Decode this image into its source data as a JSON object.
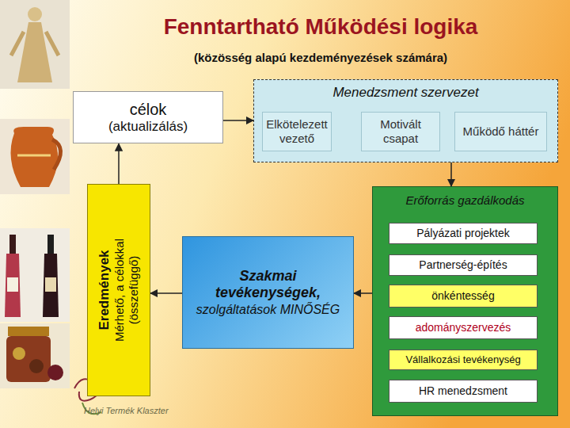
{
  "diagram": {
    "title": "Fenntartható Működési logika",
    "nodes": [
      {
        "text": [
          "célok",
          "(aktualizálás)"
        ]
      },
      {
        "text": [
          "Menedzsment szervezet"
        ]
      },
      {
        "text": [
          "Elkötelezett vezető"
        ],
        "in": 1
      },
      {
        "text": [
          "Motivált csapat"
        ],
        "in": 1
      },
      {
        "text": [
          "Működő háttér"
        ],
        "in": 1
      },
      {
        "text": [
          "Eredmények",
          "Mérhető, a célokkal (összefüggő)"
        ]
      },
      {
        "text": [
          "Szakmai tevékenységek,",
          "szolgáltatások MINŐSÉG"
        ]
      },
      {
        "text": [
          "Erőforrás gazdálkodás"
        ]
      },
      {
        "text": [
          "Pályázati projektek"
        ],
        "in": 7
      },
      {
        "text": [
          "Partnerség-építés"
        ],
        "in": 7
      },
      {
        "text": [
          "önkéntesség"
        ],
        "in": 7
      },
      {
        "text": [
          "adományszervezés"
        ],
        "in": 7
      },
      {
        "text": [
          "Vállalkozási tevékenység"
        ],
        "in": 7
      },
      {
        "text": [
          "HR menedzsment"
        ],
        "in": 7
      }
    ],
    "edges": [
      {
        "from": 0,
        "to": 1,
        "arrow": "to"
      },
      {
        "from": 1,
        "to": 7,
        "arrow": "to"
      },
      {
        "from": 7,
        "to": 6,
        "arrow": "to"
      },
      {
        "from": 6,
        "to": 5,
        "arrow": "to"
      },
      {
        "from": 5,
        "to": 0,
        "arrow": "to"
      }
    ],
    "labels": [
      "(közösség alapú kezdeményezések számára)",
      "Helyi Termék Klaszter"
    ]
  }
}
